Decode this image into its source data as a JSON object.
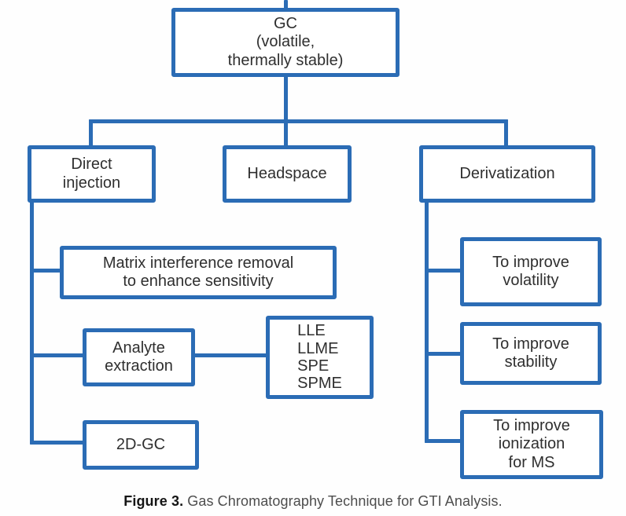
{
  "colors": {
    "accent": "#2b6cb5",
    "node_text": "#2f2f2f",
    "caption_text": "#4d4d4d",
    "caption_strong": "#151515",
    "background": "#fefefe"
  },
  "diagram": {
    "type": "flowchart",
    "topic": "Gas Chromatography sample-introduction techniques",
    "nodes": {
      "gc": {
        "lines": [
          "GC",
          "(volatile,",
          "thermally stable)"
        ]
      },
      "direct_injection": {
        "lines": [
          "Direct",
          "injection"
        ]
      },
      "headspace": {
        "lines": [
          "Headspace"
        ]
      },
      "derivatization": {
        "lines": [
          "Derivatization"
        ]
      },
      "matrix_removal": {
        "lines": [
          "Matrix interference removal",
          "to enhance sensitivity"
        ]
      },
      "analyte_extraction": {
        "lines": [
          "Analyte",
          "extraction"
        ]
      },
      "extraction_methods": {
        "lines": [
          "LLE",
          "LLME",
          "SPE",
          "SPME"
        ]
      },
      "two_d_gc": {
        "lines": [
          "2D-GC"
        ]
      },
      "improve_volatility": {
        "lines": [
          "To improve",
          "volatility"
        ]
      },
      "improve_stability": {
        "lines": [
          "To improve",
          "stability"
        ]
      },
      "improve_ionization": {
        "lines": [
          "To improve",
          "ionization",
          "for MS"
        ]
      }
    },
    "edges": [
      {
        "from": "gc",
        "to": "direct_injection"
      },
      {
        "from": "gc",
        "to": "headspace"
      },
      {
        "from": "gc",
        "to": "derivatization"
      },
      {
        "from": "direct_injection",
        "to": "matrix_removal"
      },
      {
        "from": "direct_injection",
        "to": "analyte_extraction"
      },
      {
        "from": "direct_injection",
        "to": "two_d_gc"
      },
      {
        "from": "analyte_extraction",
        "to": "extraction_methods"
      },
      {
        "from": "derivatization",
        "to": "improve_volatility"
      },
      {
        "from": "derivatization",
        "to": "improve_stability"
      },
      {
        "from": "derivatization",
        "to": "improve_ionization"
      }
    ]
  },
  "caption": {
    "prefix": "Figure 3.",
    "text": " Gas Chromatography Technique for GTI Analysis."
  }
}
